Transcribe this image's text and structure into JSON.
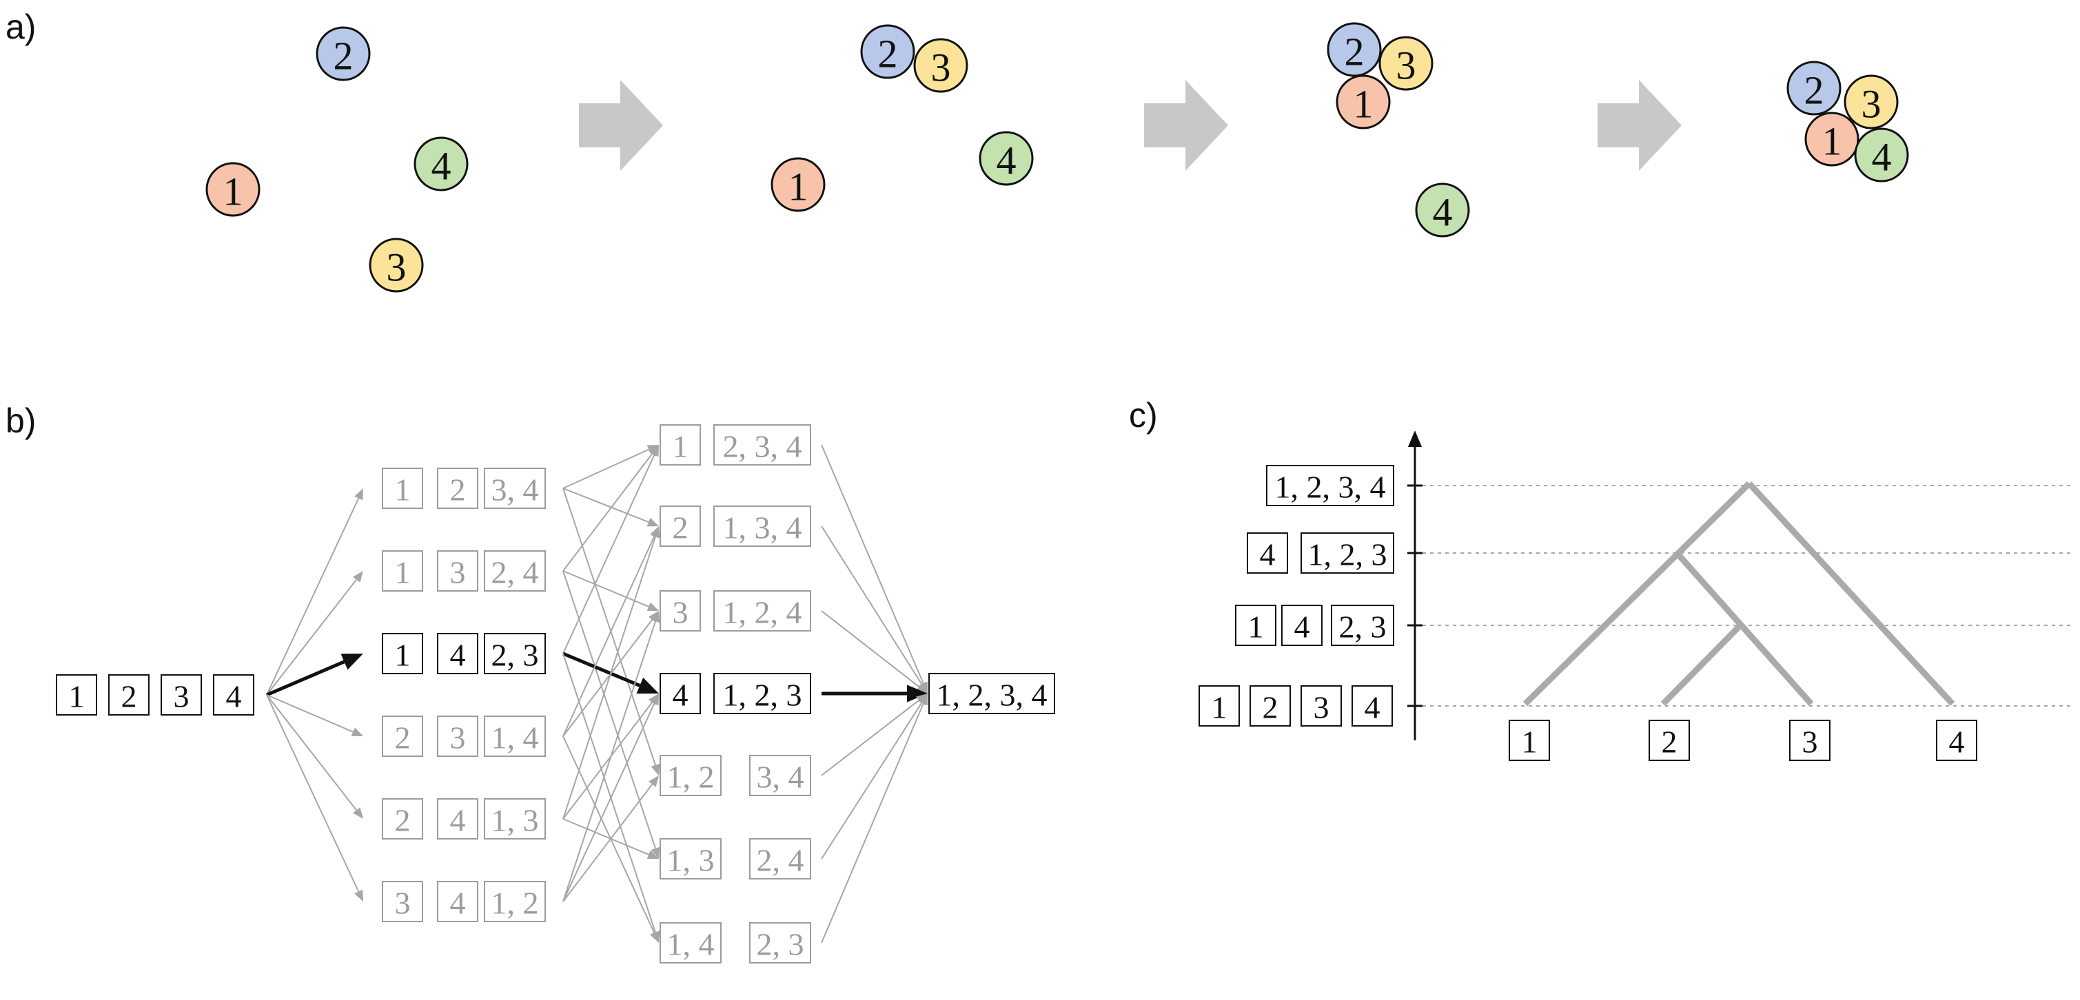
{
  "panel_labels": {
    "a": "a)",
    "b": "b)",
    "c": "c)"
  },
  "colors": {
    "particle_1": "#f7c3aa",
    "particle_2": "#b7c8e8",
    "particle_3": "#fbe49a",
    "particle_4": "#c4e1b0",
    "gray": "#a6a6a6",
    "text_gray": "#9c9c9c",
    "black": "#111111",
    "arrow_fill": "#c8c8c8"
  },
  "particle_labels": [
    "1",
    "2",
    "3",
    "4"
  ],
  "panel_b": {
    "start": [
      "1",
      "2",
      "3",
      "4"
    ],
    "level1": [
      [
        "1",
        "2",
        "3, 4"
      ],
      [
        "1",
        "3",
        "2, 4"
      ],
      [
        "1",
        "4",
        "2, 3"
      ],
      [
        "2",
        "3",
        "1, 4"
      ],
      [
        "2",
        "4",
        "1, 3"
      ],
      [
        "3",
        "4",
        "1, 2"
      ]
    ],
    "level1_highlight": 2,
    "level2": [
      [
        "1",
        "2, 3, 4"
      ],
      [
        "2",
        "1, 3, 4"
      ],
      [
        "3",
        "1, 2, 4"
      ],
      [
        "4",
        "1, 2, 3"
      ],
      [
        "1, 2",
        "3, 4"
      ],
      [
        "1, 3",
        "2, 4"
      ],
      [
        "1, 4",
        "2, 3"
      ]
    ],
    "level2_highlight": 3,
    "final": "1, 2, 3, 4"
  },
  "panel_c": {
    "levels": [
      [
        "1, 2, 3, 4"
      ],
      [
        "4",
        "1, 2, 3"
      ],
      [
        "1",
        "4",
        "2, 3"
      ],
      [
        "1",
        "2",
        "3",
        "4"
      ]
    ],
    "leaves": [
      "1",
      "2",
      "3",
      "4"
    ]
  }
}
